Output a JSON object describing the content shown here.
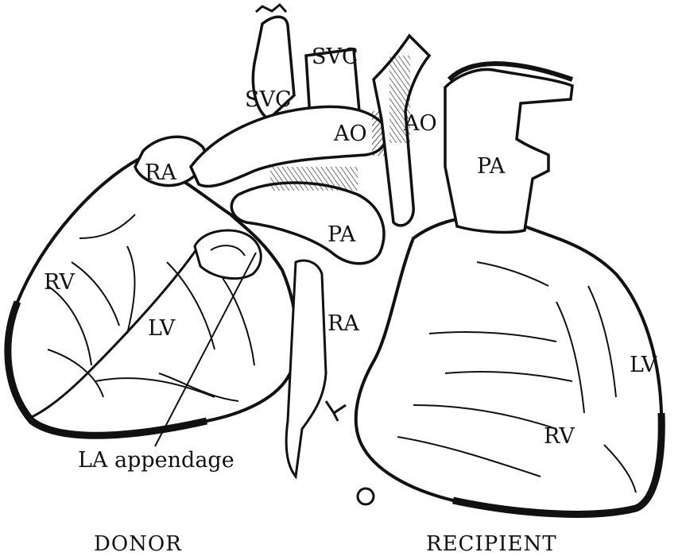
{
  "labels": {
    "donor_svc_upper": "SVC",
    "donor_svc_lower": "SVC",
    "donor_ra": "RA",
    "donor_ao": "AO",
    "donor_pa": "PA",
    "donor_rv": "RV",
    "donor_lv": "LV",
    "la_appendage": "LA appendage",
    "recipient_ao": "AO",
    "recipient_pa": "PA",
    "recipient_ra": "RA",
    "recipient_lv": "LV",
    "recipient_rv": "RV"
  },
  "captions": {
    "donor": "DONOR",
    "recipient": "RECIPIENT"
  }
}
